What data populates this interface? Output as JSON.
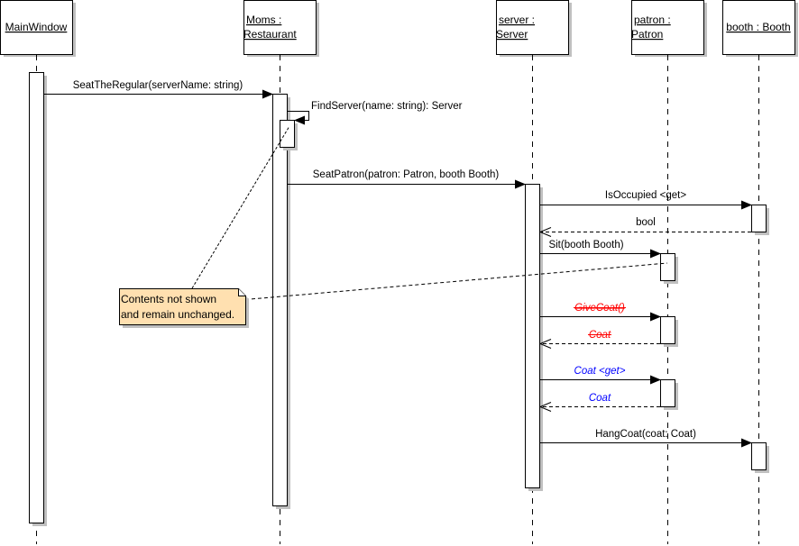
{
  "diagram": {
    "type": "uml-sequence-diagram",
    "lifelines": [
      {
        "id": "mainwindow",
        "lines": [
          "MainWindow"
        ]
      },
      {
        "id": "moms",
        "lines": [
          "Moms :",
          "Restaurant"
        ]
      },
      {
        "id": "server",
        "lines": [
          "server :",
          "Server"
        ]
      },
      {
        "id": "patron",
        "lines": [
          "patron :",
          "Patron"
        ]
      },
      {
        "id": "booth",
        "lines": [
          "booth : Booth"
        ]
      }
    ],
    "messages": [
      {
        "id": "seat-the-regular",
        "label": "SeatTheRegular(serverName: string)",
        "from": "mainwindow",
        "to": "moms",
        "kind": "call",
        "color": "#000000",
        "style": "normal"
      },
      {
        "id": "find-server",
        "label": "FindServer(name: string): Server",
        "from": "moms",
        "to": "moms",
        "kind": "self-call",
        "color": "#000000",
        "style": "normal"
      },
      {
        "id": "seat-patron",
        "label": "SeatPatron(patron: Patron, booth Booth)",
        "from": "moms",
        "to": "server",
        "kind": "call",
        "color": "#000000",
        "style": "normal"
      },
      {
        "id": "is-occupied",
        "label": "IsOccupied <get>",
        "from": "server",
        "to": "booth",
        "kind": "call",
        "color": "#000000",
        "style": "normal"
      },
      {
        "id": "bool-return",
        "label": "bool",
        "from": "booth",
        "to": "server",
        "kind": "return",
        "color": "#000000",
        "style": "normal"
      },
      {
        "id": "sit",
        "label": "Sit(booth Booth)",
        "from": "server",
        "to": "patron",
        "kind": "call",
        "color": "#000000",
        "style": "normal"
      },
      {
        "id": "give-coat",
        "label": "GiveCoat()",
        "from": "server",
        "to": "patron",
        "kind": "call",
        "color": "#ff0000",
        "style": "deleted"
      },
      {
        "id": "coat-return-deleted",
        "label": "Coat",
        "from": "patron",
        "to": "server",
        "kind": "return",
        "color": "#ff0000",
        "style": "deleted"
      },
      {
        "id": "coat-get",
        "label": "Coat <get>",
        "from": "server",
        "to": "patron",
        "kind": "call",
        "color": "#0000ff",
        "style": "added"
      },
      {
        "id": "coat-return",
        "label": "Coat",
        "from": "patron",
        "to": "server",
        "kind": "return",
        "color": "#0000ff",
        "style": "added"
      },
      {
        "id": "hang-coat",
        "label": "HangCoat(coat: Coat)",
        "from": "server",
        "to": "booth",
        "kind": "call",
        "color": "#000000",
        "style": "normal"
      }
    ],
    "note": {
      "lines": [
        "Contents not shown",
        "and remain unchanged."
      ],
      "fill": "#ffe0b0"
    }
  }
}
